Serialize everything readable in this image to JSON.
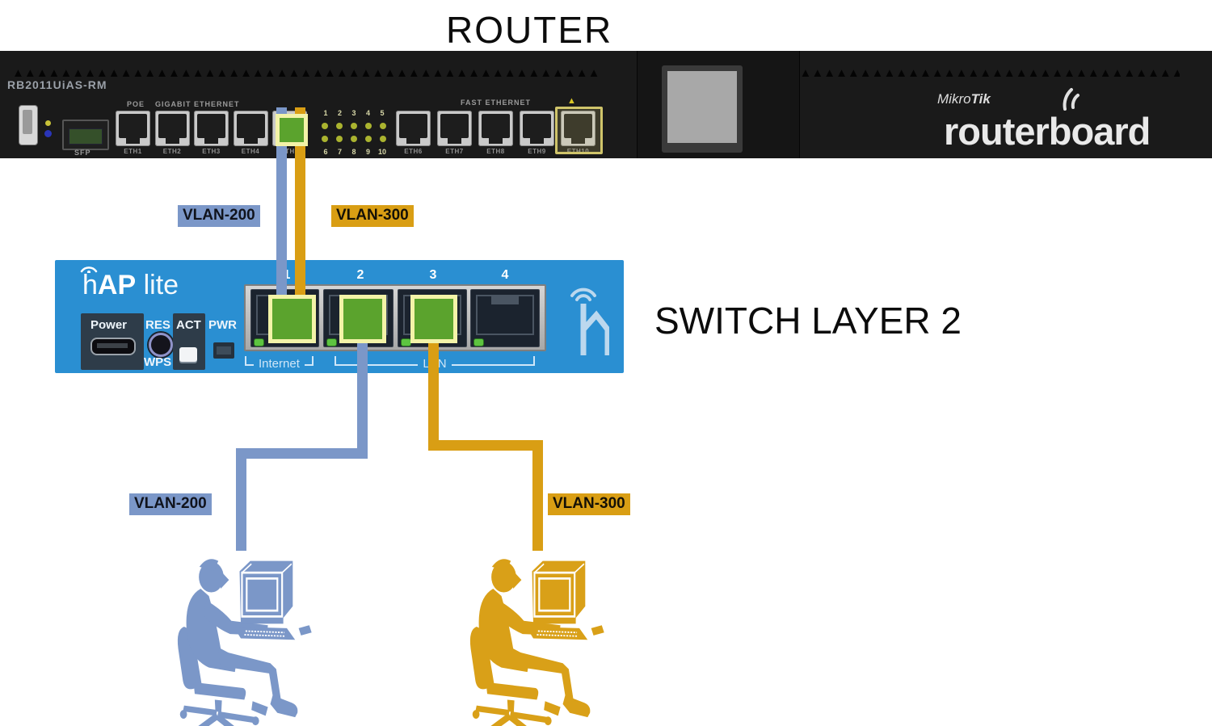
{
  "titles": {
    "router": "ROUTER",
    "switch": "SWITCH LAYER 2"
  },
  "router": {
    "model": "RB2011UiAS-RM",
    "poe_label": "POE",
    "gigabit_label": "GIGABIT ETHERNET",
    "fast_label": "FAST ETHERNET",
    "sfp_label": "SFP",
    "gigabit_ports": [
      "ETH1",
      "ETH2",
      "ETH3",
      "ETH4",
      "ETH5"
    ],
    "fast_ports": [
      "ETH6",
      "ETH7",
      "ETH8",
      "ETH9",
      "ETH10"
    ],
    "led_top": [
      "1",
      "2",
      "3",
      "4",
      "5"
    ],
    "led_bottom": [
      "6",
      "7",
      "8",
      "9",
      "10"
    ],
    "brand_mikro": "Mikro",
    "brand_tik": "Tik",
    "brand_board": "routerboard"
  },
  "switch": {
    "brand_h": "h",
    "brand_ap": "AP",
    "brand_lite": " lite",
    "power_label": "Power",
    "res_label": "RES",
    "wps_label": "WPS",
    "act_label": "ACT",
    "pwr_label": "PWR",
    "port_numbers": [
      "1",
      "2",
      "3",
      "4"
    ],
    "internet_label": "Internet",
    "lan_label": "LAN"
  },
  "vlans": {
    "top_left": "VLAN-200",
    "top_right": "VLAN-300",
    "bottom_left": "VLAN-200",
    "bottom_right": "VLAN-300"
  },
  "colors": {
    "vlan200": "#7b97c8",
    "vlan300": "#d99e14",
    "port_highlight_green": "#5ba32d",
    "port_highlight_border": "#f3f3a8",
    "switch_blue": "#2a8fd2",
    "router_chassis": "#1a1a1a"
  }
}
